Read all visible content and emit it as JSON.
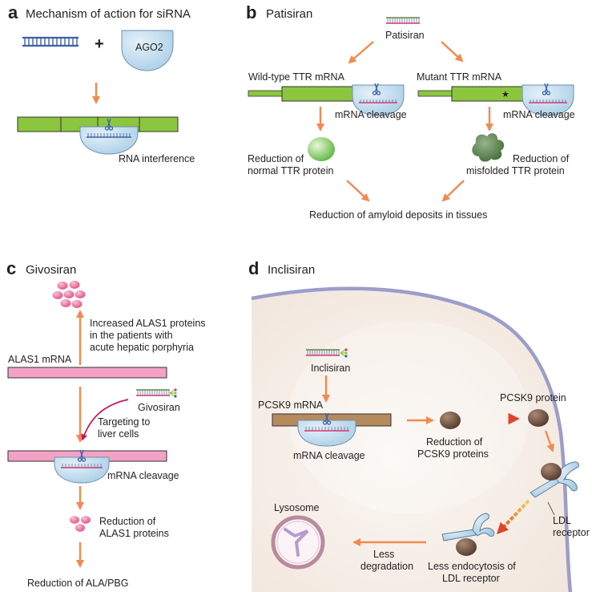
{
  "colors": {
    "arrow": "#f08a50",
    "mrna_green": "#8cc63f",
    "mrna_pink": "#f3a2c5",
    "mrna_brown": "#b58a5c",
    "ago_blue": "#bcd9ec",
    "duplex_blue": "#3d61a8",
    "protein_pink": "#e85b8c",
    "protein_brown": "#6b4a37",
    "cell_beige": "#f6eee8",
    "membrane": "#9b9ec9",
    "magenta_arrow": "#c8175e"
  },
  "icons": {
    "sirna_duplex": "double-strand-icon",
    "ago2": "ago2-protein-icon",
    "scissors": "scissors-icon",
    "ldl_receptor": "y-receptor-icon",
    "lysosome": "lysosome-icon",
    "mutation": "red-star-icon"
  },
  "panel_a": {
    "letter": "a",
    "title": "Mechanism of action for siRNA",
    "plus": "+",
    "ago2": "AGO2",
    "rnai": "RNA interference"
  },
  "panel_b": {
    "letter": "b",
    "title": "Patisiran",
    "drug": "Patisiran",
    "wt_mrna": "Wild-type TTR mRNA",
    "mut_mrna": "Mutant TTR mRNA",
    "cleavage_left": "mRNA cleavage",
    "cleavage_right": "mRNA cleavage",
    "reduction_normal_1": "Reduction of",
    "reduction_normal_2": "normal TTR protein",
    "reduction_misfolded_1": "Reduction of",
    "reduction_misfolded_2": "misfolded TTR protein",
    "amyloid": "Reduction of amyloid deposits in tissues"
  },
  "panel_c": {
    "letter": "c",
    "title": "Givosiran",
    "increased_1": "Increased ALAS1 proteins",
    "increased_2": "in the patients with",
    "increased_3": "acute hepatic porphyria",
    "alas1_mrna": "ALAS1 mRNA",
    "drug": "Givosiran",
    "targeting_1": "Targeting to",
    "targeting_2": "liver cells",
    "cleavage": "mRNA cleavage",
    "reduction_1": "Reduction of",
    "reduction_2": "ALAS1 proteins",
    "ala_pbg": "Reduction of ALA/PBG"
  },
  "panel_d": {
    "letter": "d",
    "title": "Inclisiran",
    "drug": "Inclisiran",
    "pcsk9_mrna": "PCSK9 mRNA",
    "cleavage": "mRNA cleavage",
    "reduction_1": "Reduction of",
    "reduction_2": "PCSK9 proteins",
    "pcsk9_protein": "PCSK9 protein",
    "ldl_1": "LDL",
    "ldl_2": "receptor",
    "lysosome": "Lysosome",
    "less_1": "Less",
    "less_2": "degradation",
    "endo_1": "Less endocytosis of",
    "endo_2": "LDL receptor"
  }
}
